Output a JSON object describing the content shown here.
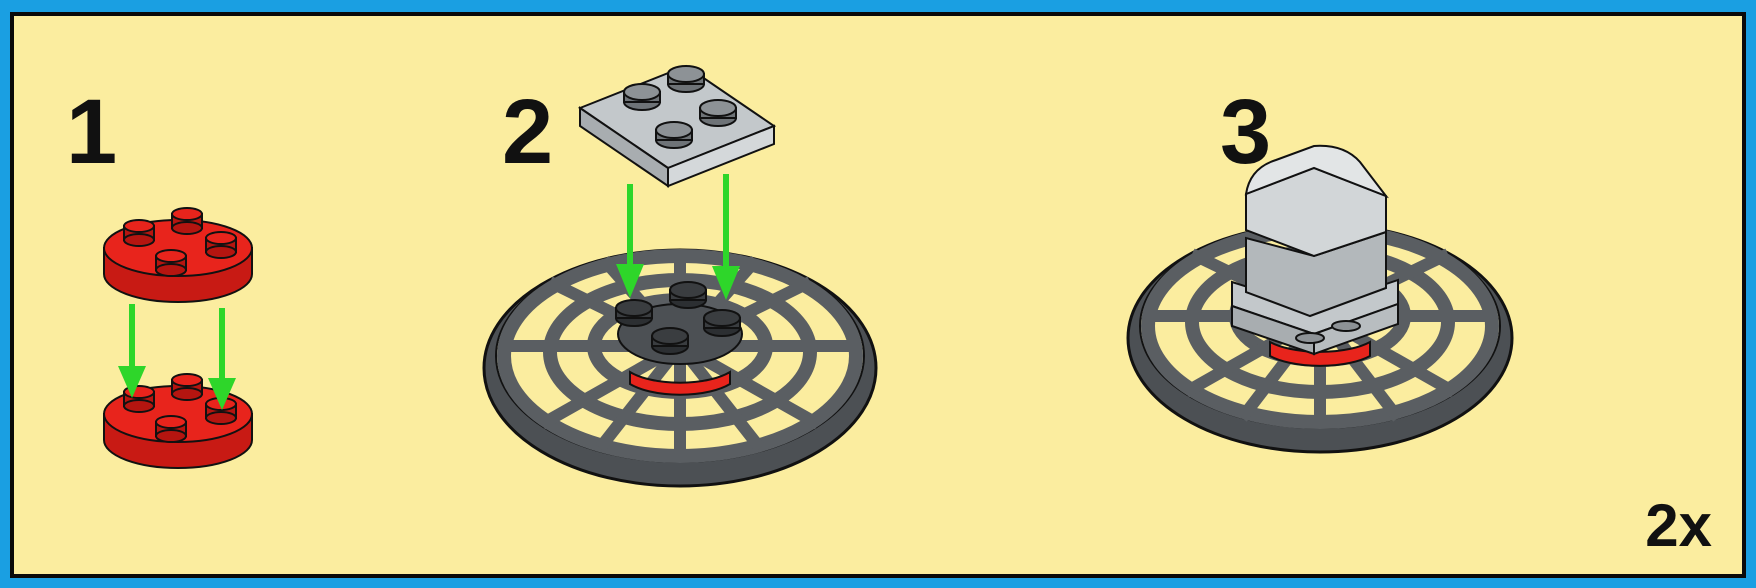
{
  "steps": [
    {
      "number": "1"
    },
    {
      "number": "2"
    },
    {
      "number": "3"
    }
  ],
  "multiplier": "2x",
  "colors": {
    "background": "#fbed9f",
    "frame": "#1a9fe2",
    "red_brick": "#e8241c",
    "dark_gray_dish": "#5a5e62",
    "light_gray_plate": "#c3c8cb",
    "arrow_green": "#2ed62a"
  },
  "icons": [
    "red-round-plate-icon",
    "radar-dish-icon",
    "gray-plate-2x2-icon",
    "green-arrow-icon",
    "gray-slope-brick-icon"
  ]
}
